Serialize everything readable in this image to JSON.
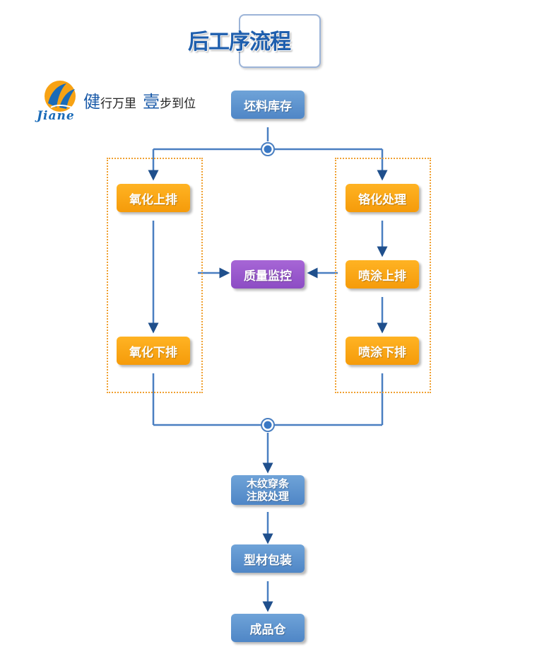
{
  "header": {
    "title": "后工序流程"
  },
  "brand": {
    "logo_word": "Jiane",
    "slogan_big_1": "健",
    "slogan_small_1": "行万里",
    "slogan_big_2": "壹",
    "slogan_small_2": "步到位"
  },
  "flow": {
    "start": "坯料库存",
    "left_branch": [
      "氧化上排",
      "氧化下排"
    ],
    "right_branch": [
      "铬化处理",
      "喷涂上排",
      "喷涂下排"
    ],
    "qc": "质量监控",
    "after": [
      "木纹穿条",
      "注胶处理"
    ],
    "packing": "型材包装",
    "end": "成品仓"
  },
  "colors": {
    "blue_node": "#5b91cd",
    "orange_node": "#f7a214",
    "purple_node": "#9a57cd",
    "line": "#4a7fc1",
    "group_border": "#f0a030"
  }
}
